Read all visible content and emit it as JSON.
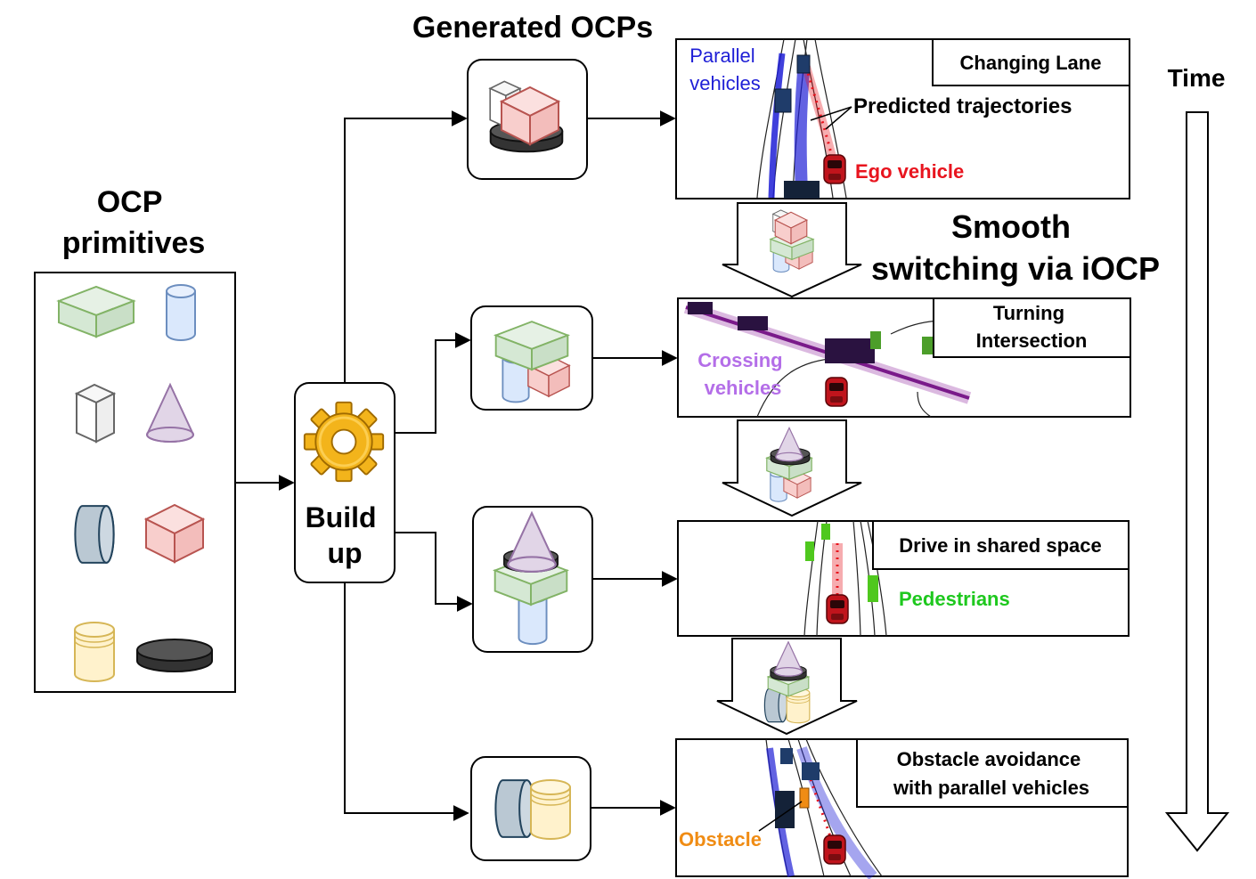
{
  "titles": {
    "generated": "Generated OCPs",
    "primitives_line1": "OCP",
    "primitives_line2": "primitives",
    "time": "Time",
    "switching_line1": "Smooth",
    "switching_line2": "switching via iOCP"
  },
  "build": {
    "line1": "Build",
    "line2": "up"
  },
  "scenarios": [
    {
      "label_lines": [
        "Changing Lane"
      ]
    },
    {
      "label_lines": [
        "Turning",
        "Intersection"
      ]
    },
    {
      "label_lines": [
        "Drive in shared space"
      ]
    },
    {
      "label_lines": [
        "Obstacle avoidance",
        "with parallel vehicles"
      ]
    }
  ],
  "annotations": {
    "parallel_line1": "Parallel",
    "parallel_line2": "vehicles",
    "predicted": "Predicted trajectories",
    "ego": "Ego vehicle",
    "crossing_line1": "Crossing",
    "crossing_line2": "vehicles",
    "pedestrians": "Pedestrians",
    "obstacle": "Obstacle"
  },
  "colors": {
    "parallel": "#1f1fd6",
    "ego": "#e8141e",
    "crossing": "#b46ee8",
    "pedestrians": "#1ec81e",
    "obstacle": "#f08c14",
    "green_fill": "#d5e8d4",
    "green_stroke": "#82b366",
    "blue_fill": "#dae8fc",
    "blue_stroke": "#6c8ebf",
    "purple_fill": "#e1d5e7",
    "purple_stroke": "#9673a6",
    "red_fill": "#f8cecc",
    "red_stroke": "#b85450",
    "slate_fill": "#bac8d3",
    "slate_stroke": "#23445d",
    "yellow_fill": "#fff2cc",
    "yellow_stroke": "#d6b656",
    "dark_fill": "#555555"
  }
}
